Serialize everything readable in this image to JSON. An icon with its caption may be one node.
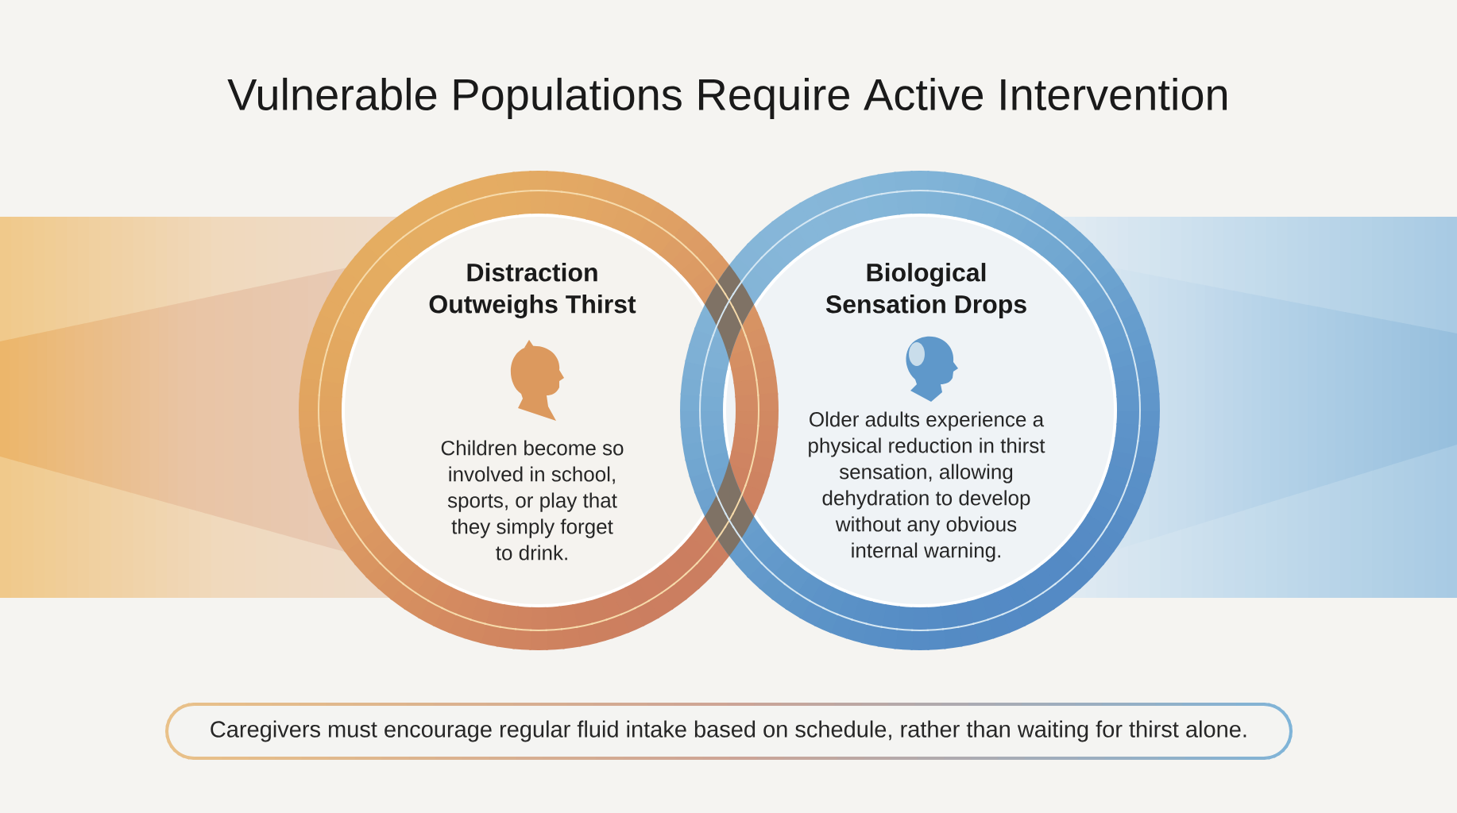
{
  "diagram": {
    "title": "Vulnerable Populations Require Active Intervention",
    "nodes": [
      {
        "text": [
          "Distraction Outweighs Thirst",
          "Children become so involved in school, sports, or play that they simply forget to drink."
        ]
      },
      {
        "text": [
          "Biological Sensation Drops",
          "Older adults experience a physical reduction in thirst sensation, allowing dehydration to develop without any obvious internal warning."
        ]
      },
      {
        "text": [
          "Caregivers must encourage regular fluid intake based on schedule, rather than waiting for thirst alone."
        ]
      }
    ]
  }
}
